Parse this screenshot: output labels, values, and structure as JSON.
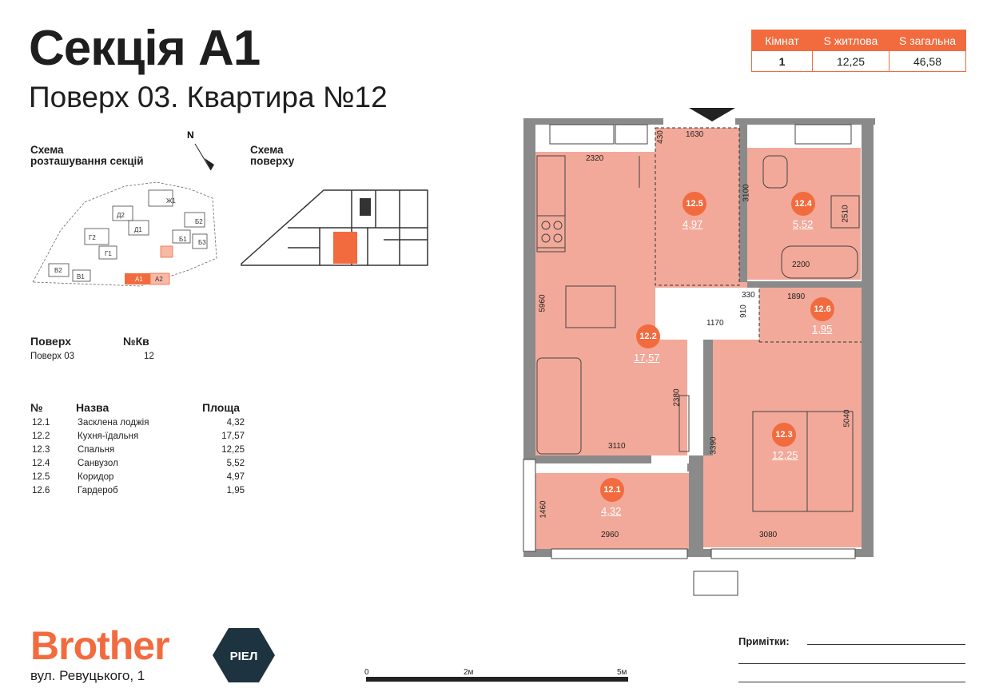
{
  "header": {
    "title": "Секція А1",
    "subtitle": "Поверх 03. Квартира №12"
  },
  "summary_table": {
    "columns": [
      "Кімнат",
      "S житлова",
      "S загальна"
    ],
    "values": [
      "1",
      "12,25",
      "46,58"
    ]
  },
  "schemes": {
    "sections_title_line1": "Схема",
    "sections_title_line2": "розташування секцій",
    "floor_title_line1": "Схема",
    "floor_title_line2": "поверху",
    "north_label": "N",
    "section_labels": [
      "Ж1",
      "Д2",
      "Д1",
      "Г2",
      "Г1",
      "Б2",
      "Б1",
      "Б3",
      "В2",
      "В1",
      "А1",
      "А2"
    ]
  },
  "apartment_info": {
    "floor_label": "Поверх",
    "number_label": "№Кв",
    "floor_value": "Поверх 03",
    "number_value": "12"
  },
  "rooms_table": {
    "headers": [
      "№",
      "Назва",
      "Площа"
    ],
    "rows": [
      {
        "no": "12.1",
        "name": "Засклена лоджія",
        "area": "4,32"
      },
      {
        "no": "12.2",
        "name": "Кухня-їдальня",
        "area": "17,57"
      },
      {
        "no": "12.3",
        "name": "Спальня",
        "area": "12,25"
      },
      {
        "no": "12.4",
        "name": "Санвузол",
        "area": "5,52"
      },
      {
        "no": "12.5",
        "name": "Коридор",
        "area": "4,97"
      },
      {
        "no": "12.6",
        "name": "Гардероб",
        "area": "1,95"
      }
    ]
  },
  "plan": {
    "rooms": [
      {
        "id": "12.1",
        "area": "4,32"
      },
      {
        "id": "12.2",
        "area": "17,57"
      },
      {
        "id": "12.3",
        "area": "12,25"
      },
      {
        "id": "12.4",
        "area": "5,52"
      },
      {
        "id": "12.5",
        "area": "4,97"
      },
      {
        "id": "12.6",
        "area": "1,95"
      }
    ],
    "dims": [
      "1630",
      "430",
      "2320",
      "3100",
      "2510",
      "2200",
      "5960",
      "330",
      "1890",
      "910",
      "1170",
      "2380",
      "3110",
      "3390",
      "5040",
      "1460",
      "2960",
      "3080"
    ]
  },
  "scale": {
    "labels": [
      "0",
      "2м",
      "5м"
    ]
  },
  "brand": {
    "logo": "Brother",
    "sub_logo": "РІЕЛ",
    "address": "вул. Ревуцького, 1"
  },
  "notes": {
    "label": "Примітки:"
  },
  "colors": {
    "accent": "#f26b3e",
    "room_fill": "#f2a99a",
    "wall": "#8a8a8a",
    "dark": "#1e3340"
  }
}
